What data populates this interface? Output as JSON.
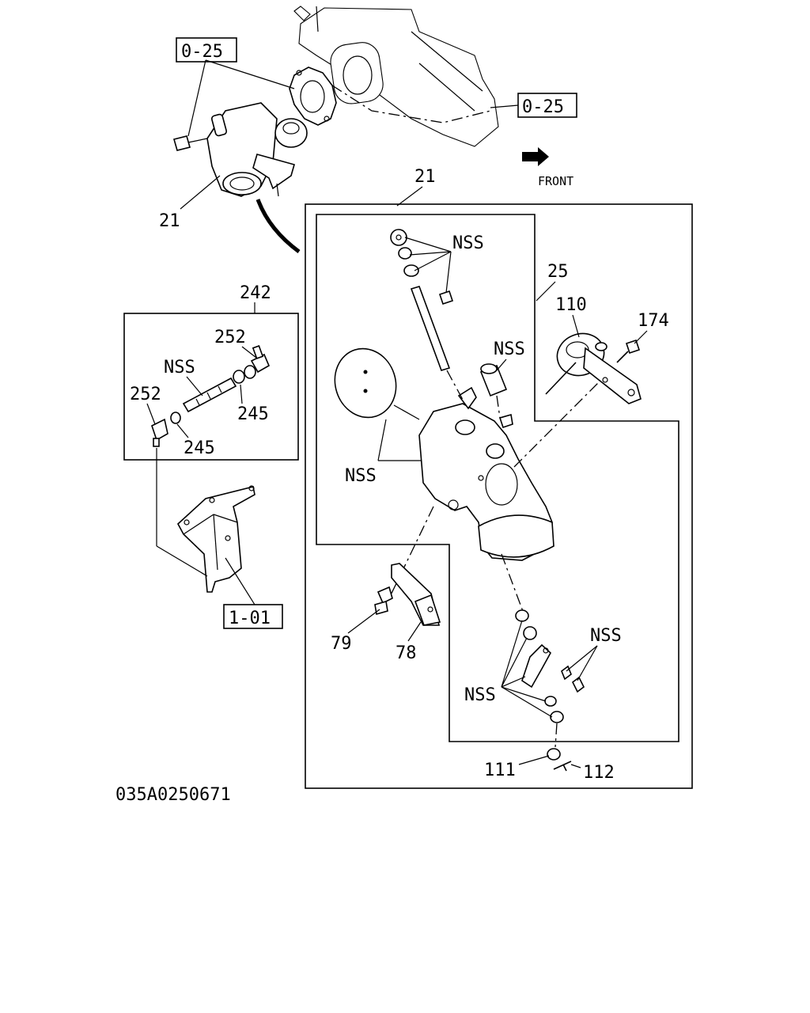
{
  "diagram": {
    "drawing_code": "035A0250671",
    "front_label": "FRONT",
    "refs": {
      "ref_025_top": "0-25",
      "ref_025_right": "0-25",
      "ref_101": "1-01"
    },
    "callouts": {
      "c21_left": "21",
      "c21_box": "21",
      "c25": "25",
      "c110": "110",
      "c174": "174",
      "c242": "242",
      "c252_top": "252",
      "c252_left": "252",
      "c245_right": "245",
      "c245_bottom": "245",
      "c79": "79",
      "c78": "78",
      "c111": "111",
      "c112": "112",
      "nss_shaft": "NSS",
      "nss_bushing": "NSS",
      "nss_plate": "NSS",
      "nss_rod": "NSS",
      "nss_nuts": "NSS",
      "nss_bolts": "NSS"
    }
  }
}
